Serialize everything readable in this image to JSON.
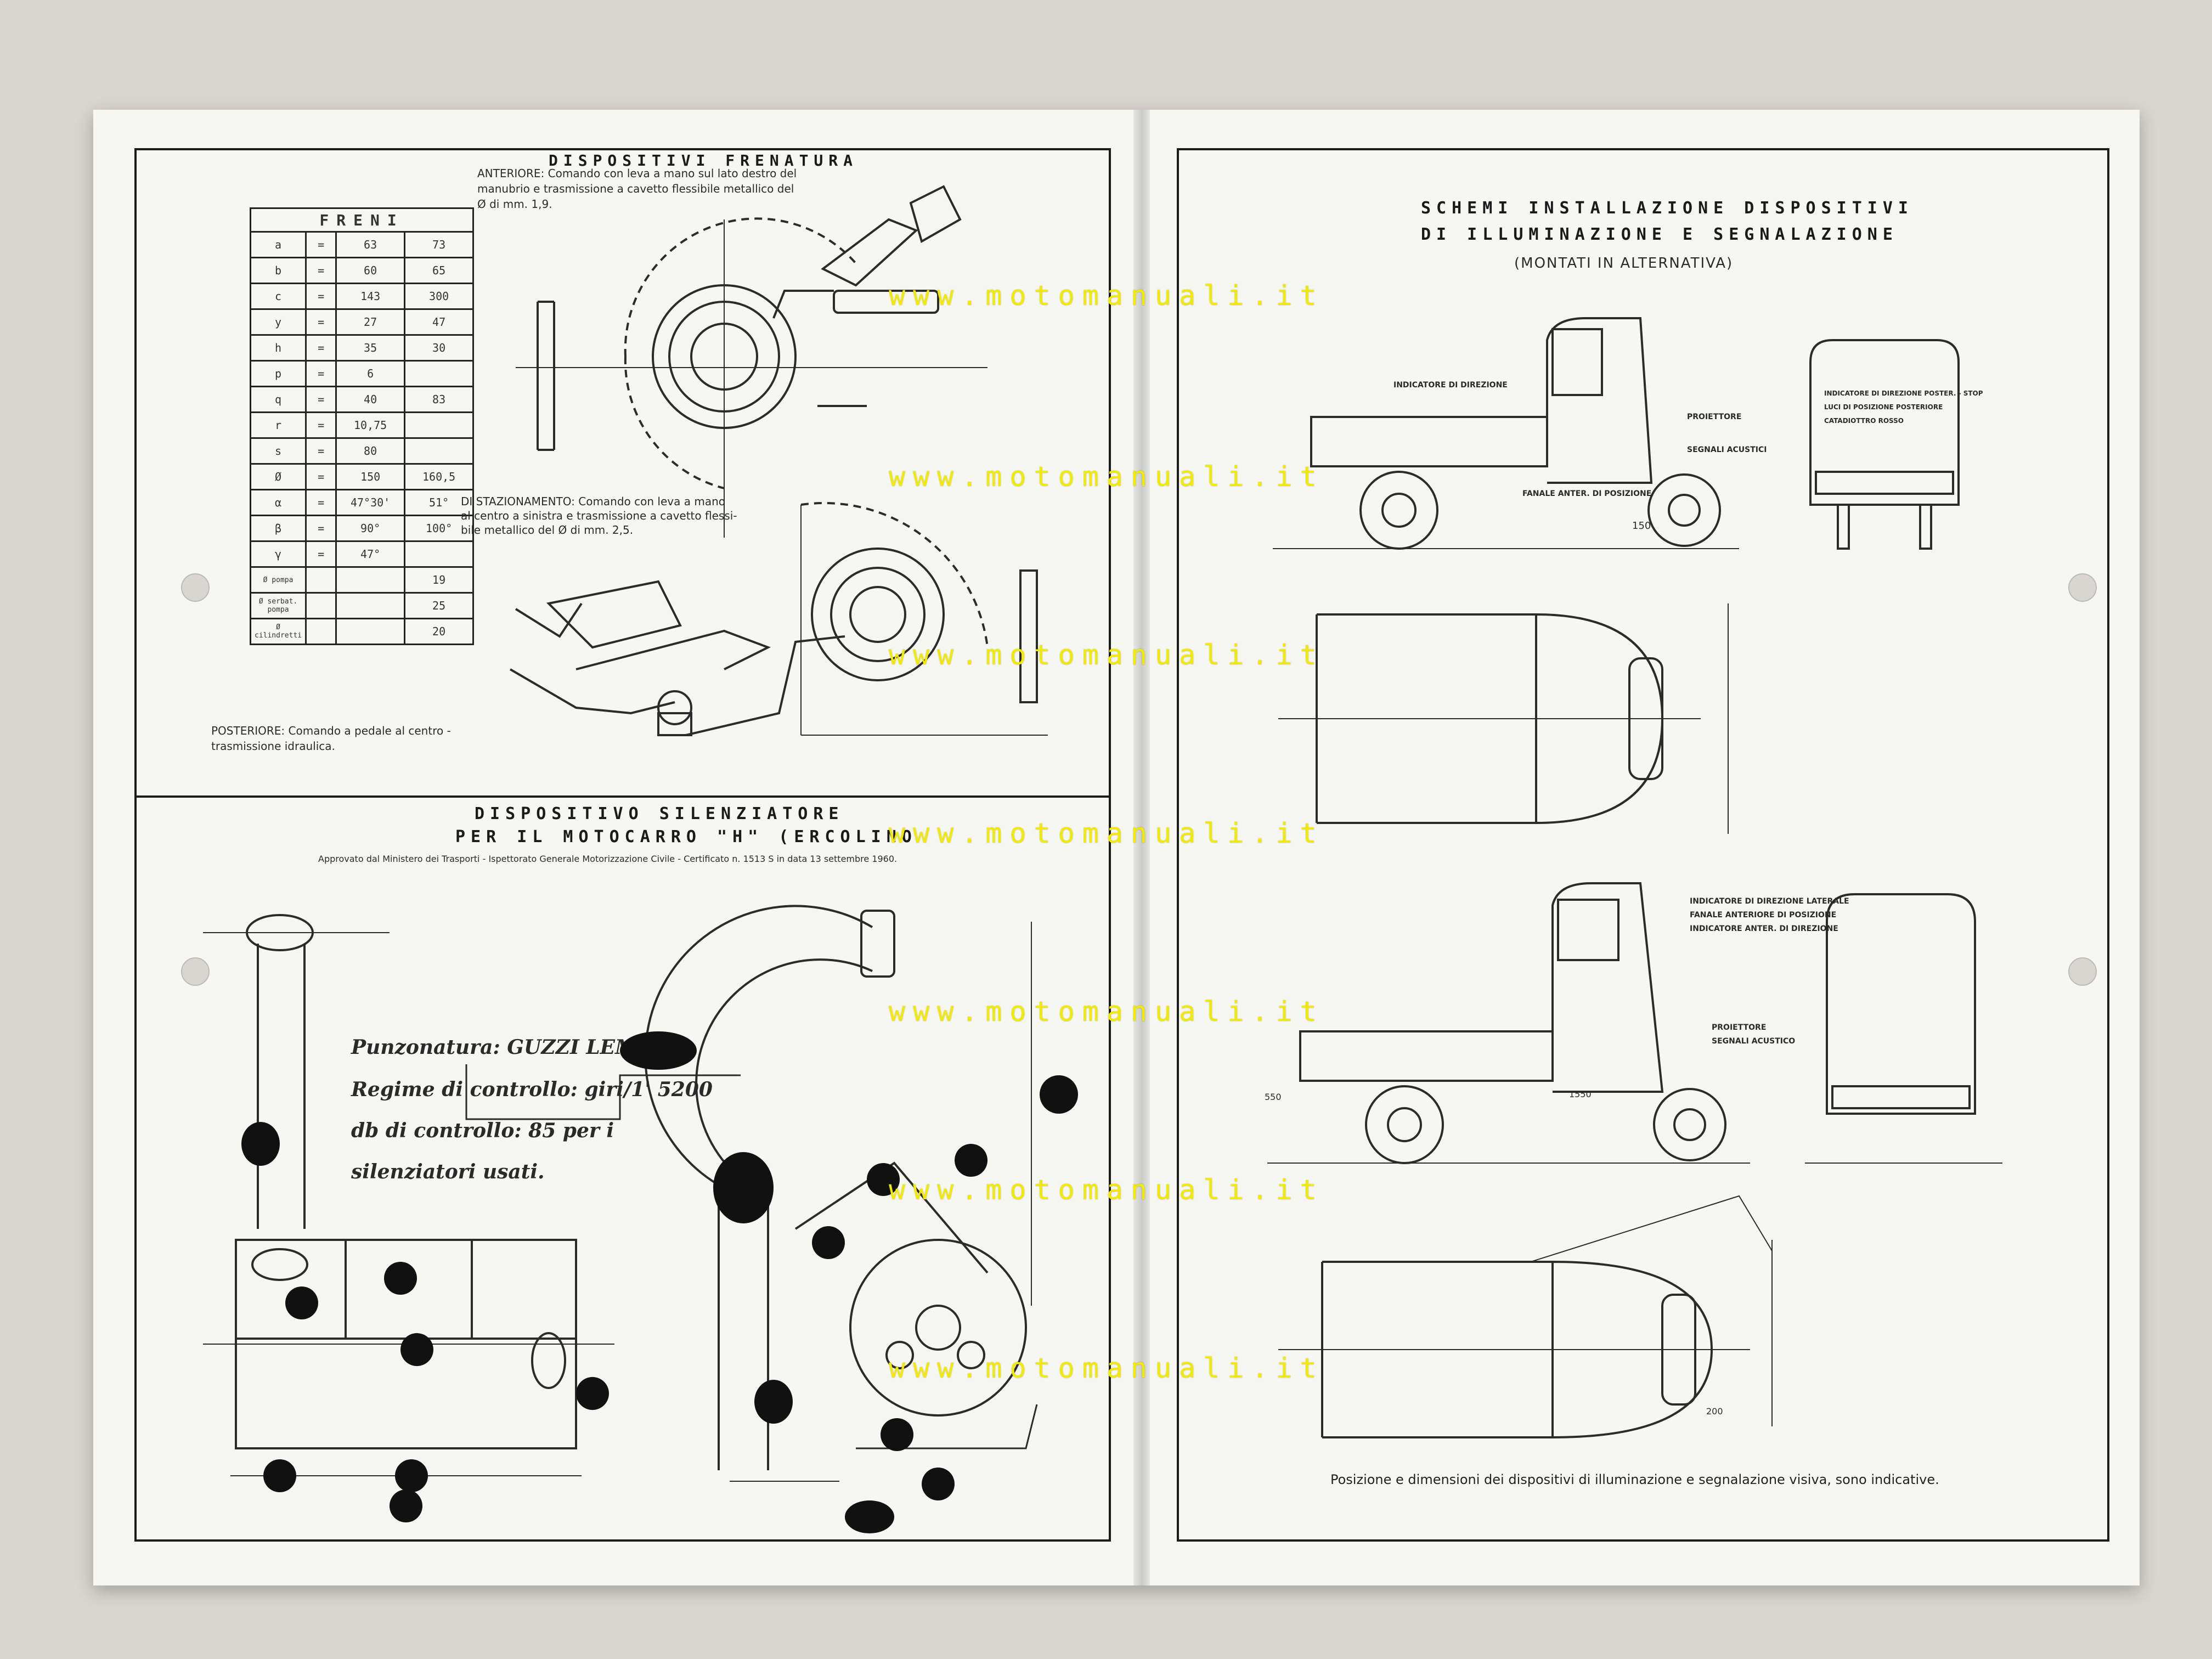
{
  "left_page": {
    "top_title": "DISPOSITIVI FRENATURA",
    "anteriore_text_1": "ANTERIORE: Comando con leva a mano sul lato destro del",
    "anteriore_text_2": "manubrio e trasmissione a cavetto flessibile metallico del",
    "anteriore_text_3": "Ø di mm. 1,9.",
    "stazionamento_text_1": "DI STAZIONAMENTO: Comando con leva a mano",
    "stazionamento_text_2": "al centro a sinistra e trasmissione a cavetto flessi-",
    "stazionamento_text_3": "bile metallico del Ø di mm. 2,5.",
    "posteriore_text_1": "POSTERIORE: Comando a pedale al centro -",
    "posteriore_text_2": "trasmissione idraulica.",
    "freni_table": {
      "title": "FRENI",
      "rows": [
        {
          "k": "a",
          "eq": "=",
          "v1": "63",
          "v2": "73"
        },
        {
          "k": "b",
          "eq": "=",
          "v1": "60",
          "v2": "65"
        },
        {
          "k": "c",
          "eq": "=",
          "v1": "143",
          "v2": "300"
        },
        {
          "k": "y",
          "eq": "=",
          "v1": "27",
          "v2": "47"
        },
        {
          "k": "h",
          "eq": "=",
          "v1": "35",
          "v2": "30"
        },
        {
          "k": "p",
          "eq": "=",
          "v1": "6",
          "v2": ""
        },
        {
          "k": "q",
          "eq": "=",
          "v1": "40",
          "v2": "83"
        },
        {
          "k": "r",
          "eq": "=",
          "v1": "10,75",
          "v2": ""
        },
        {
          "k": "s",
          "eq": "=",
          "v1": "80",
          "v2": ""
        },
        {
          "k": "Ø",
          "eq": "=",
          "v1": "150",
          "v2": "160,5"
        },
        {
          "k": "α",
          "eq": "=",
          "v1": "47°30'",
          "v2": "51°"
        },
        {
          "k": "β",
          "eq": "=",
          "v1": "90°",
          "v2": "100°"
        },
        {
          "k": "γ",
          "eq": "=",
          "v1": "47°",
          "v2": ""
        },
        {
          "k": "Ø pompa",
          "eq": "",
          "v1": "",
          "v2": "19"
        },
        {
          "k": "Ø serbat. pompa",
          "eq": "",
          "v1": "",
          "v2": "25"
        },
        {
          "k": "Ø cilindretti",
          "eq": "",
          "v1": "",
          "v2": "20"
        }
      ]
    },
    "silenziatore_title": "DISPOSITIVO SILENZIATORE",
    "silenziatore_subtitle": "PER IL MOTOCARRO \"H\" (ERCOLINO",
    "approval_text": "Approvato dal Ministero dei Trasporti - Ispettorato Generale Motorizzazione Civile - Certificato n. 1513 S in data 13 settembre 1960.",
    "handwritten_1": "Punzonatura: GUZZI LEM",
    "handwritten_2": "Regime di controllo: giri/1' 5200",
    "handwritten_3": "db di controllo: 85 per i",
    "handwritten_4": "silenziatori usati."
  },
  "right_page": {
    "title_line_1": "SCHEMI INSTALLAZIONE DISPOSITIVI",
    "title_line_2": "DI ILLUMINAZIONE E SEGNALAZIONE",
    "subtitle": "(MONTATI IN ALTERNATIVA)",
    "label_indicatore": "INDICATORE DI DIREZIONE",
    "label_proiettore": "PROIETTORE",
    "label_segnali": "SEGNALI ACUSTICI",
    "label_fanale": "FANALE ANTER. DI POSIZIONE",
    "label_rear_1": "INDICATORE DI DIREZIONE POSTER. - STOP",
    "label_rear_2": "LUCI DI POSIZIONE POSTERIORE",
    "label_rear_3": "CATADIOTTRO ROSSO",
    "label_side_1": "INDICATORE DI DIREZIONE LATERALE",
    "label_side_2": "FANALE ANTERIORE DI POSIZIONE",
    "label_side_3": "INDICATORE ANTER. DI DIREZIONE",
    "label_proiettore_2": "PROIETTORE",
    "label_segnali_2": "SEGNALI ACUSTICO",
    "dim_150": "150",
    "dim_1550": "1550",
    "dim_550": "550",
    "dim_200": "200",
    "footnote": "Posizione e dimensioni dei dispositivi di illuminazione e segnalazione visiva, sono indicative."
  },
  "watermark": "www.motomanuali.it",
  "colors": {
    "watermark": "#f2ea00",
    "paper": "#f6f6f3",
    "ink": "#1c1c1c"
  }
}
